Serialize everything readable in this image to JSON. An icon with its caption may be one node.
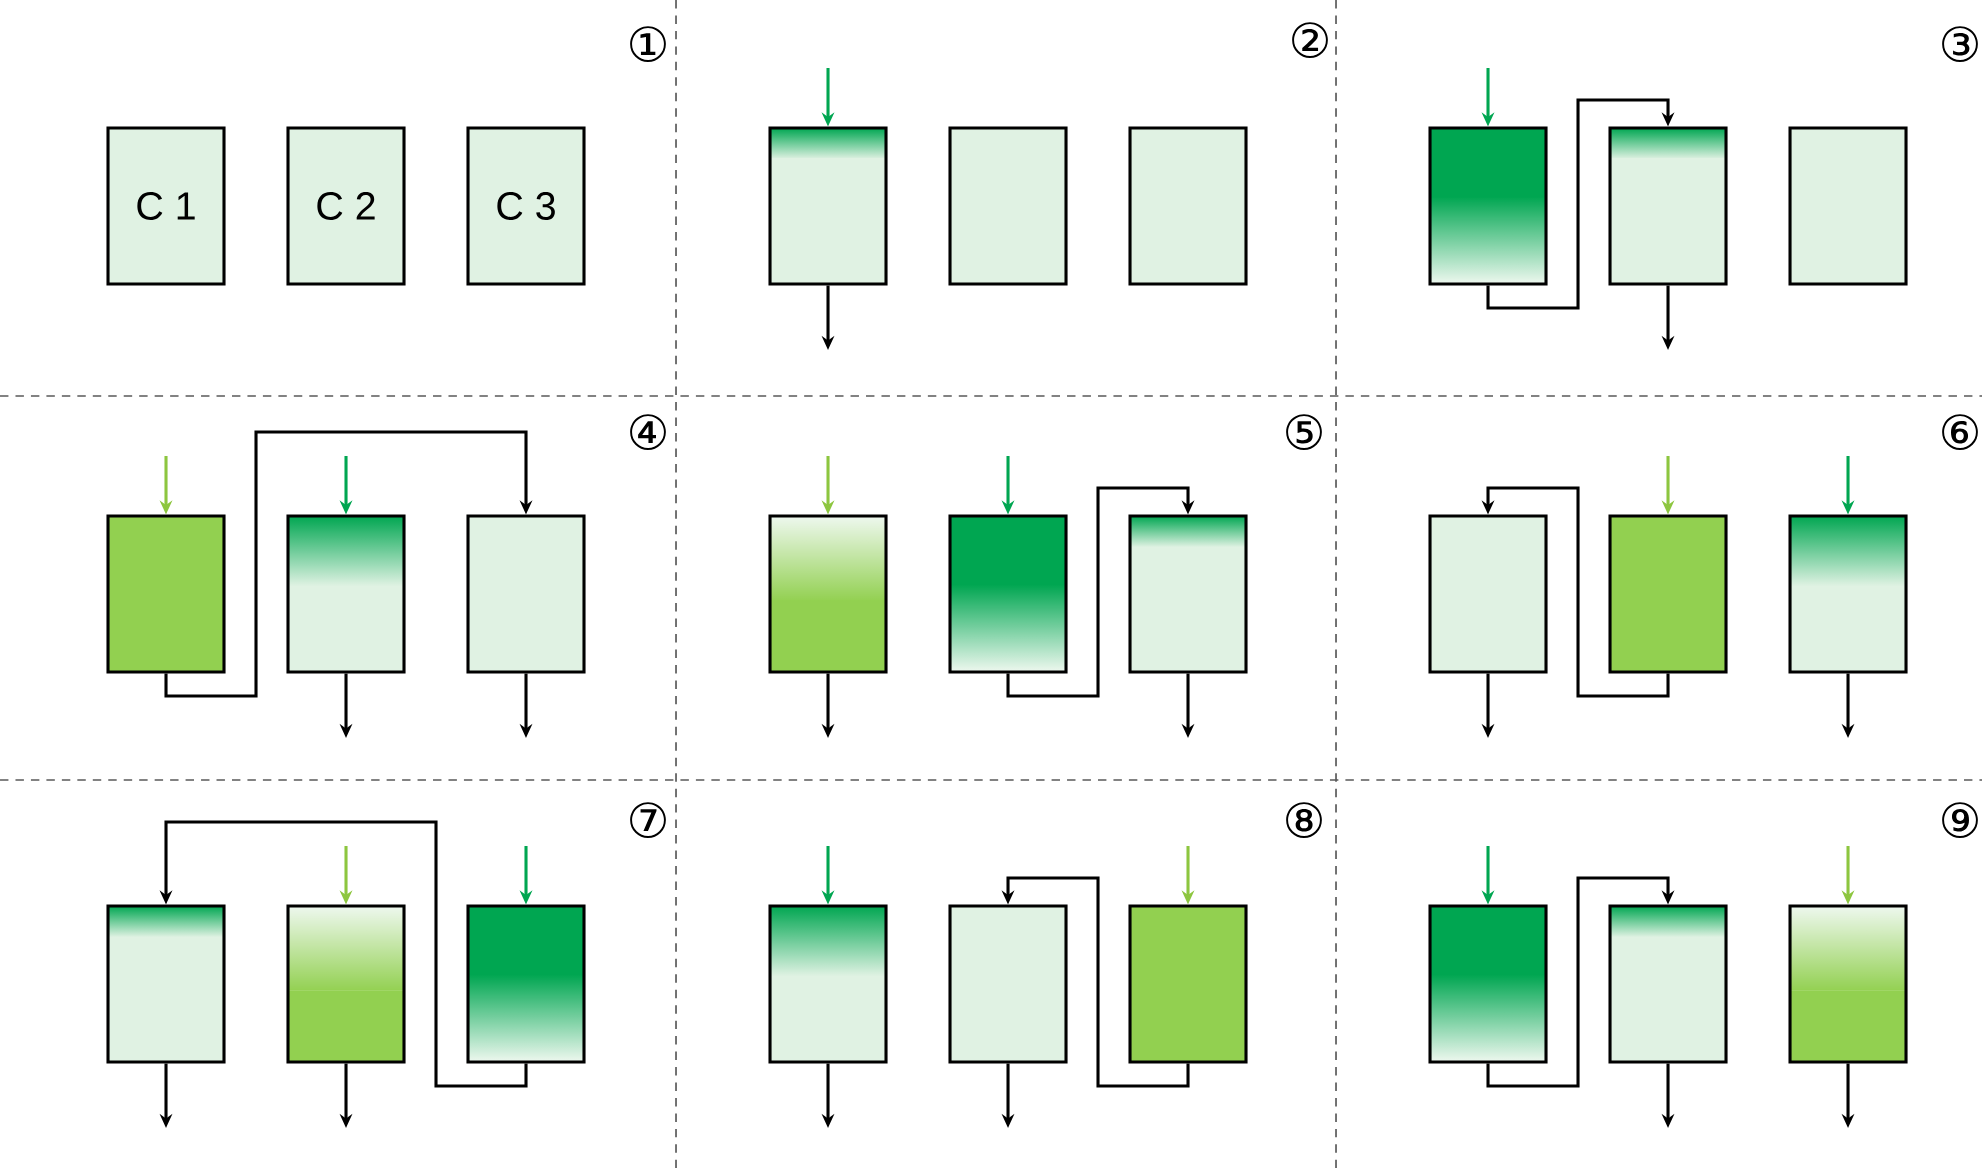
{
  "diagram": {
    "nodes": [
      {
        "text": [
          "C 1"
        ]
      },
      {
        "text": [
          "C 2"
        ]
      },
      {
        "text": [
          "C 3"
        ]
      },
      {
        "text": [],
        "shape": "box"
      },
      {
        "text": [],
        "shape": "box"
      },
      {
        "text": [],
        "shape": "box"
      },
      {
        "text": [],
        "shape": "box"
      },
      {
        "text": [],
        "shape": "box"
      },
      {
        "text": [],
        "shape": "box"
      },
      {
        "text": [],
        "shape": "box"
      },
      {
        "text": [],
        "shape": "box"
      },
      {
        "text": [],
        "shape": "box"
      },
      {
        "text": [],
        "shape": "box"
      },
      {
        "text": [],
        "shape": "box"
      },
      {
        "text": [],
        "shape": "box"
      },
      {
        "text": [],
        "shape": "box"
      },
      {
        "text": [],
        "shape": "box"
      },
      {
        "text": [],
        "shape": "box"
      },
      {
        "text": [],
        "shape": "box"
      },
      {
        "text": [],
        "shape": "box"
      },
      {
        "text": [],
        "shape": "box"
      },
      {
        "text": [],
        "shape": "box"
      },
      {
        "text": [],
        "shape": "box"
      },
      {
        "text": [],
        "shape": "box"
      },
      {
        "text": [],
        "shape": "box"
      },
      {
        "text": [],
        "shape": "box"
      },
      {
        "text": [],
        "shape": "box"
      }
    ],
    "edges": [
      {
        "from": null,
        "to": 3,
        "arrow": "to",
        "color": "#00a651"
      },
      {
        "from": 3,
        "to": null,
        "arrow": "to"
      },
      {
        "from": null,
        "to": 6,
        "arrow": "to",
        "color": "#00a651"
      },
      {
        "from": 6,
        "to": 7,
        "arrow": "to"
      },
      {
        "from": 7,
        "to": null,
        "arrow": "to"
      },
      {
        "from": null,
        "to": 9,
        "arrow": "to",
        "color": "#8dc63f"
      },
      {
        "from": 9,
        "to": 11,
        "arrow": "to"
      },
      {
        "from": null,
        "to": 10,
        "arrow": "to",
        "color": "#00a651"
      },
      {
        "from": 10,
        "to": null,
        "arrow": "to"
      },
      {
        "from": 11,
        "to": null,
        "arrow": "to"
      },
      {
        "from": null,
        "to": 12,
        "arrow": "to",
        "color": "#8dc63f"
      },
      {
        "from": 12,
        "to": null,
        "arrow": "to"
      },
      {
        "from": null,
        "to": 13,
        "arrow": "to",
        "color": "#00a651"
      },
      {
        "from": 13,
        "to": 14,
        "arrow": "to"
      },
      {
        "from": 14,
        "to": null,
        "arrow": "to"
      },
      {
        "from": 15,
        "to": null,
        "arrow": "to"
      },
      {
        "from": 16,
        "to": 15,
        "arrow": "to"
      },
      {
        "from": null,
        "to": 16,
        "arrow": "to",
        "color": "#8dc63f"
      },
      {
        "from": null,
        "to": 17,
        "arrow": "to",
        "color": "#00a651"
      },
      {
        "from": 17,
        "to": null,
        "arrow": "to"
      },
      {
        "from": 18,
        "to": null,
        "arrow": "to"
      },
      {
        "from": null,
        "to": 19,
        "arrow": "to",
        "color": "#8dc63f"
      },
      {
        "from": 19,
        "to": null,
        "arrow": "to"
      },
      {
        "from": null,
        "to": 20,
        "arrow": "to",
        "color": "#00a651"
      },
      {
        "from": 20,
        "to": 18,
        "arrow": "to"
      },
      {
        "from": null,
        "to": 21,
        "arrow": "to",
        "color": "#00a651"
      },
      {
        "from": 21,
        "to": null,
        "arrow": "to"
      },
      {
        "from": 22,
        "to": null,
        "arrow": "to"
      },
      {
        "from": null,
        "to": 23,
        "arrow": "to",
        "color": "#8dc63f"
      },
      {
        "from": 23,
        "to": 22,
        "arrow": "to"
      },
      {
        "from": null,
        "to": 24,
        "arrow": "to",
        "color": "#00a651"
      },
      {
        "from": 24,
        "to": 25,
        "arrow": "to"
      },
      {
        "from": 25,
        "to": null,
        "arrow": "to"
      },
      {
        "from": null,
        "to": 26,
        "arrow": "to",
        "color": "#8dc63f"
      },
      {
        "from": 26,
        "to": null,
        "arrow": "to"
      }
    ],
    "labels": [
      "①",
      "②",
      "③",
      "④",
      "⑤",
      "⑥",
      "⑦",
      "⑧",
      "⑨"
    ]
  }
}
